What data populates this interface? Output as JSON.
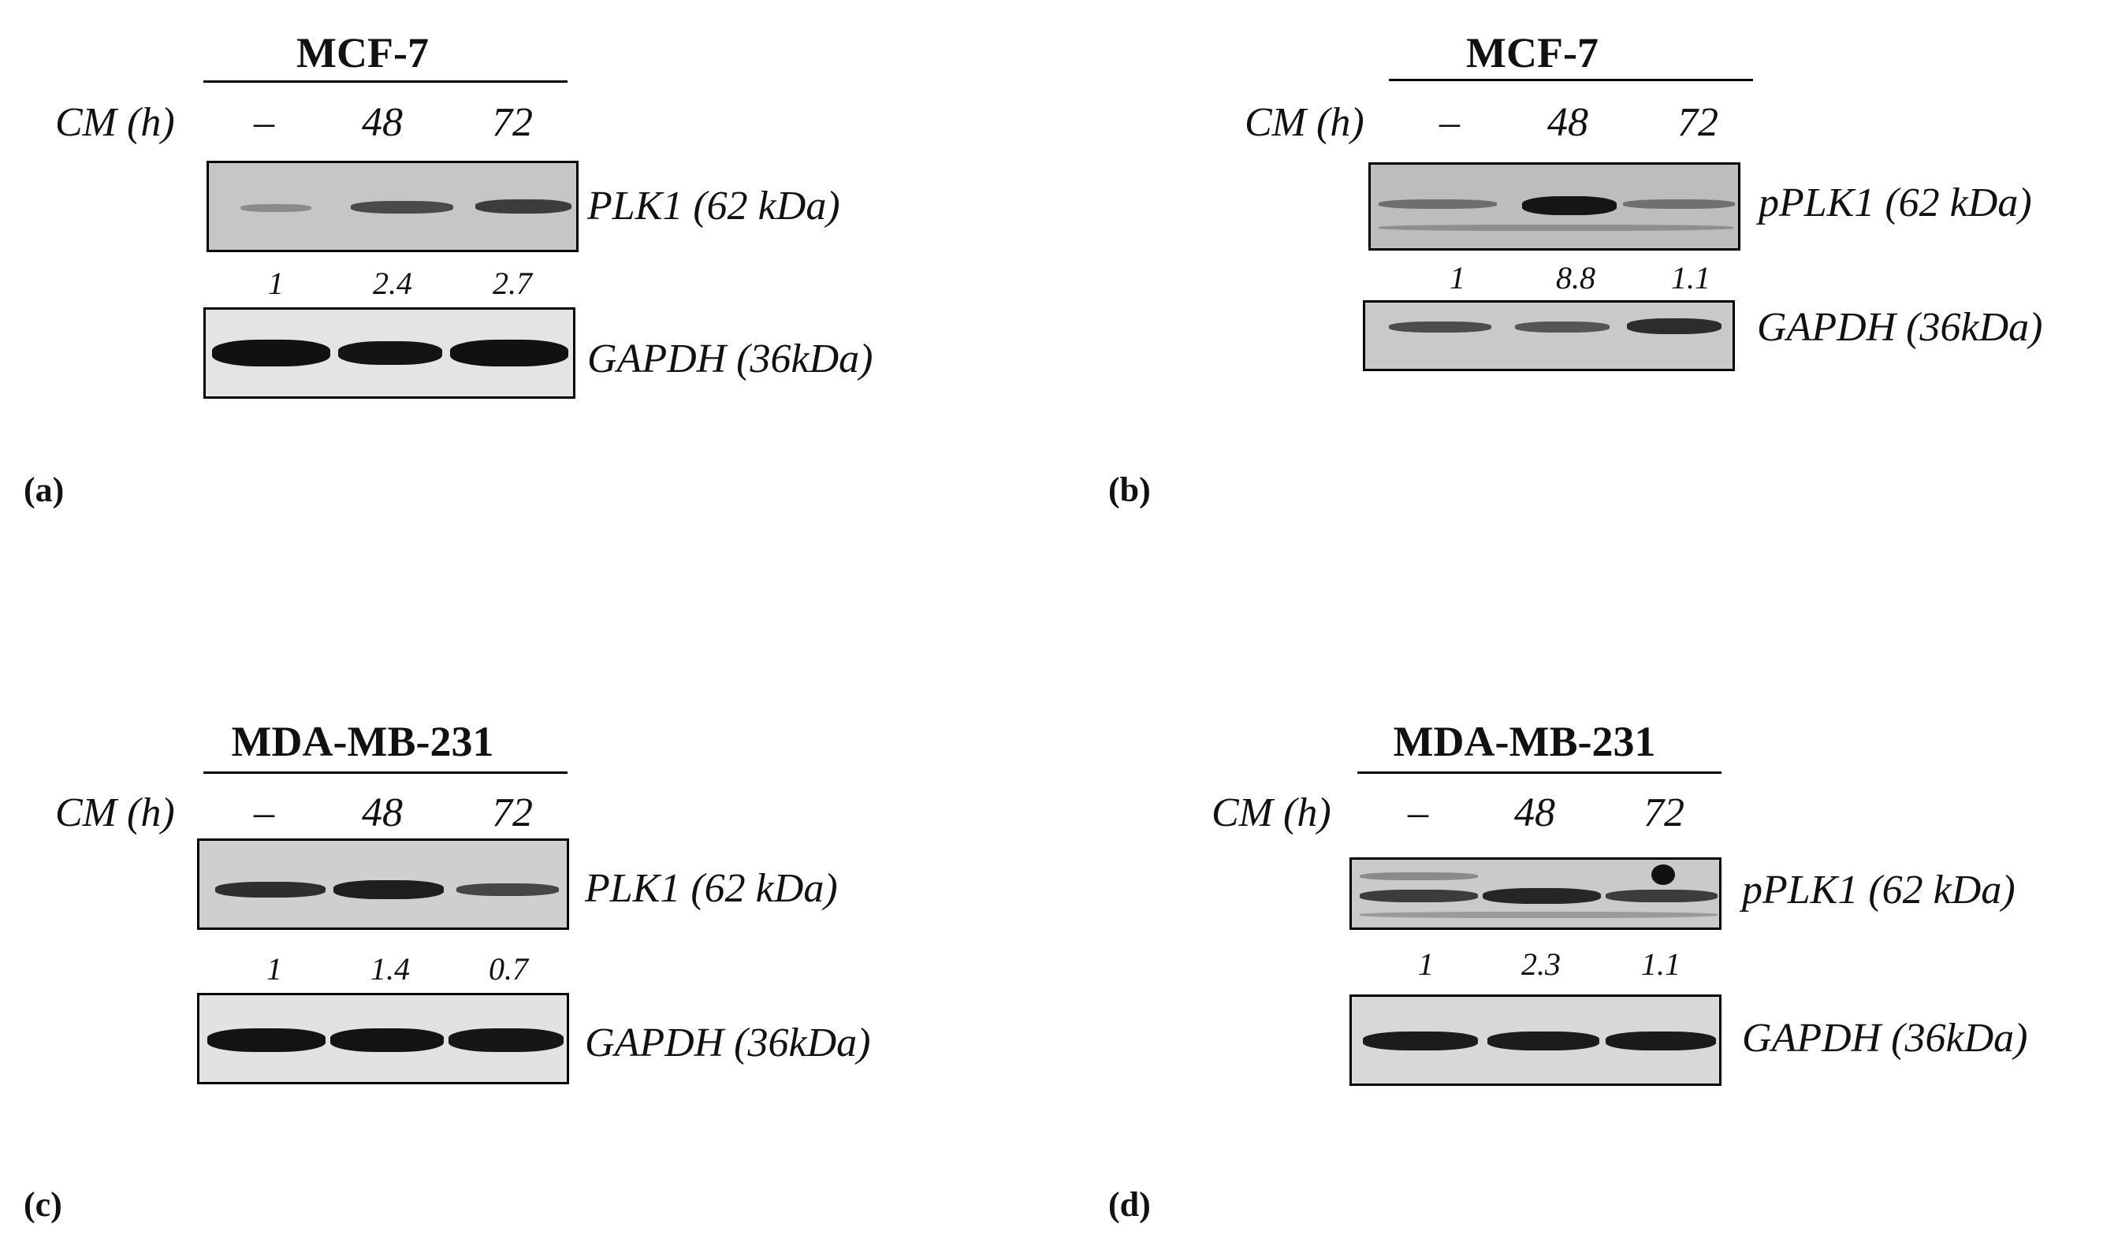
{
  "panels": [
    {
      "letter": "(a)",
      "cell_line": "MCF-7",
      "cm_label": "CM (h)",
      "lanes": [
        "–",
        "48",
        "72"
      ],
      "target_label": "PLK1 (62 kDa)",
      "quantification": [
        "1",
        "2.4",
        "2.7"
      ],
      "loading_label": "GAPDH (36kDa)"
    },
    {
      "letter": "(b)",
      "cell_line": "MCF-7",
      "cm_label": "CM (h)",
      "lanes": [
        "–",
        "48",
        "72"
      ],
      "target_label": "pPLK1 (62 kDa)",
      "quantification": [
        "1",
        "8.8",
        "1.1"
      ],
      "loading_label": "GAPDH (36kDa)"
    },
    {
      "letter": "(c)",
      "cell_line": "MDA-MB-231",
      "cm_label": "CM (h)",
      "lanes": [
        "–",
        "48",
        "72"
      ],
      "target_label": "PLK1 (62 kDa)",
      "quantification": [
        "1",
        "1.4",
        "0.7"
      ],
      "loading_label": "GAPDH (36kDa)"
    },
    {
      "letter": "(d)",
      "cell_line": "MDA-MB-231",
      "cm_label": "CM (h)",
      "lanes": [
        "–",
        "48",
        "72"
      ],
      "target_label": "pPLK1 (62 kDa)",
      "quantification": [
        "1",
        "2.3",
        "1.1"
      ],
      "loading_label": "GAPDH (36kDa)"
    }
  ],
  "colors": {
    "blot_bg_light": "#dcdcdc",
    "blot_bg_dark": "#c8c8c8",
    "band_dark": "#1a1a1a"
  }
}
